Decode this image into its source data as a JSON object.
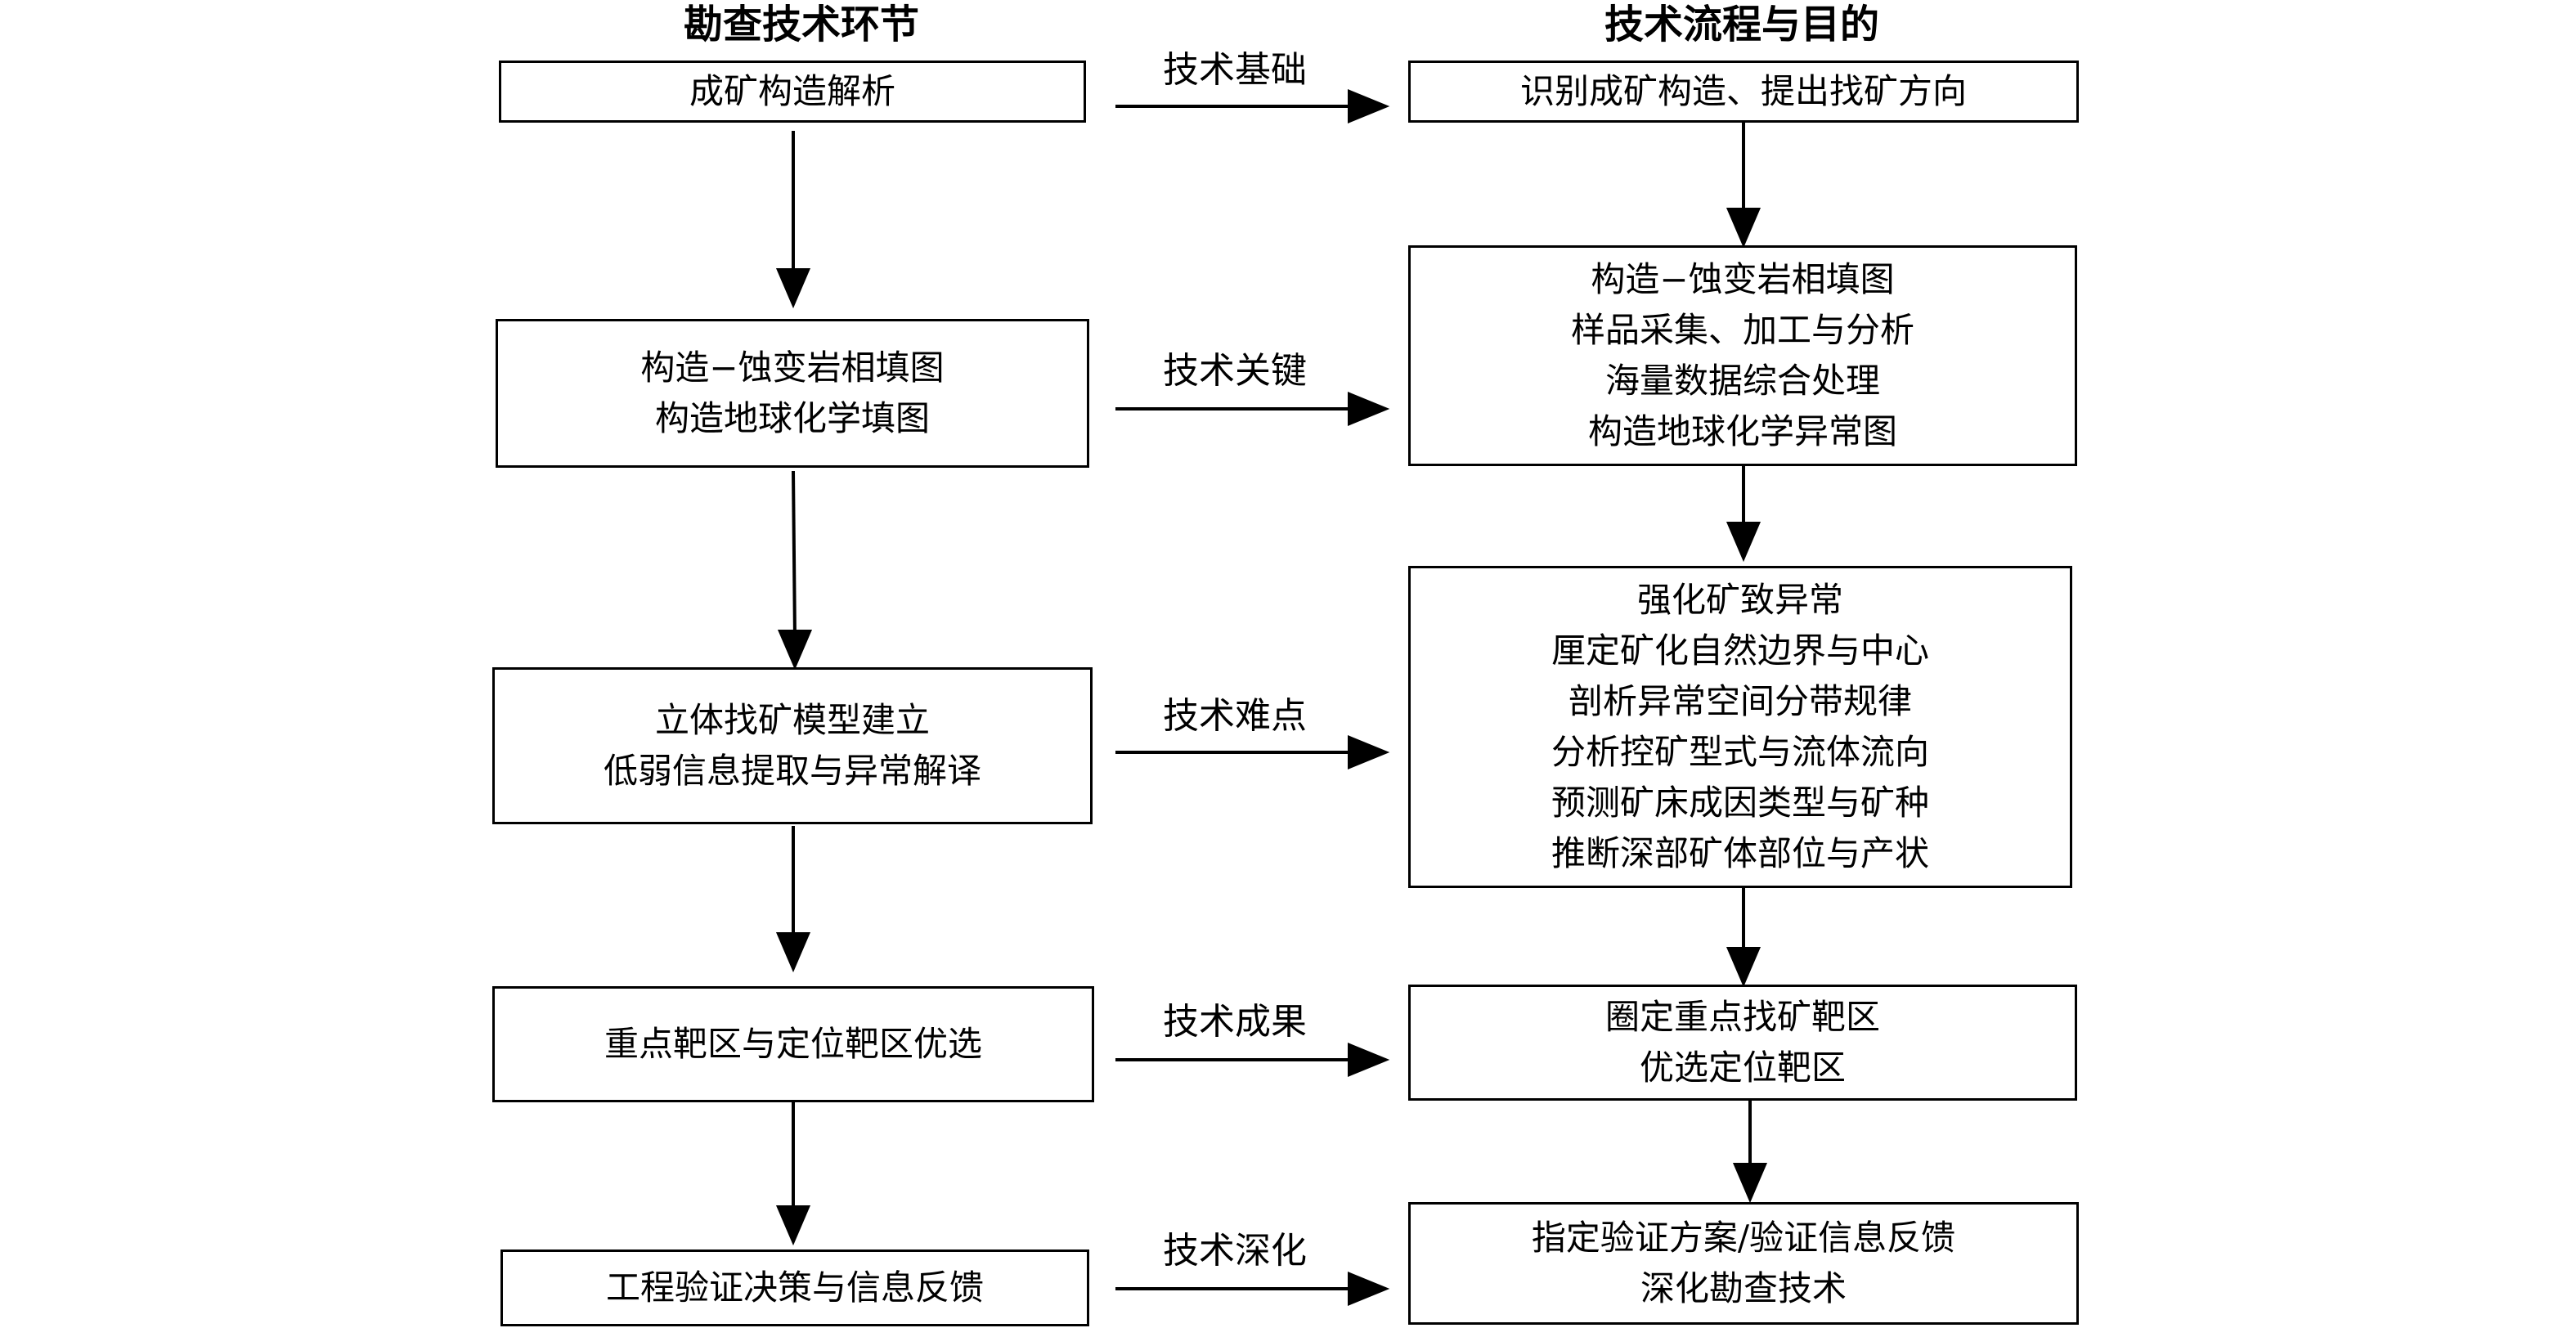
{
  "headers": {
    "left": "勘查技术环节",
    "right": "技术流程与目的"
  },
  "left_boxes": [
    {
      "lines": [
        "成矿构造解析"
      ]
    },
    {
      "lines": [
        "构造−蚀变岩相填图",
        "构造地球化学填图"
      ]
    },
    {
      "lines": [
        "立体找矿模型建立",
        "低弱信息提取与异常解译"
      ]
    },
    {
      "lines": [
        "重点靶区与定位靶区优选"
      ]
    },
    {
      "lines": [
        "工程验证决策与信息反馈"
      ]
    }
  ],
  "right_boxes": [
    {
      "lines": [
        "识别成矿构造、提出找矿方向"
      ]
    },
    {
      "lines": [
        "构造−蚀变岩相填图",
        "样品采集、加工与分析",
        "海量数据综合处理",
        "构造地球化学异常图"
      ]
    },
    {
      "lines": [
        "强化矿致异常",
        "厘定矿化自然边界与中心",
        "剖析异常空间分带规律",
        "分析控矿型式与流体流向",
        "预测矿床成因类型与矿种",
        "推断深部矿体部位与产状"
      ]
    },
    {
      "lines": [
        "圈定重点找矿靶区",
        "优选定位靶区"
      ]
    },
    {
      "lines": [
        "指定验证方案/验证信息反馈",
        "深化勘查技术"
      ]
    }
  ],
  "edge_labels": [
    "技术基础",
    "技术关键",
    "技术难点",
    "技术成果",
    "技术深化"
  ]
}
